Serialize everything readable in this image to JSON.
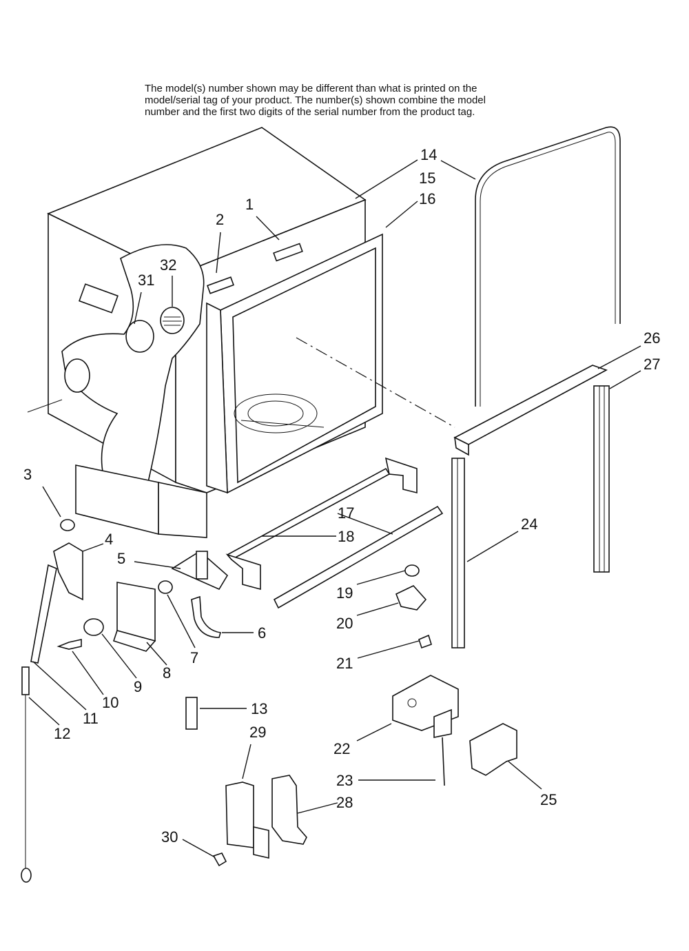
{
  "note": {
    "lines": [
      "The model(s) number shown may be different than what is printed on the",
      "model/serial tag of your product. The number(s) shown combine the model",
      "number and the first two digits of the serial number from the product tag."
    ]
  },
  "callouts": {
    "c1": "1",
    "c2": "2",
    "c3": "3",
    "c4": "4",
    "c5": "5",
    "c6": "6",
    "c7": "7",
    "c8": "8",
    "c9": "9",
    "c10": "10",
    "c11": "11",
    "c12": "12",
    "c13": "13",
    "c14": "14",
    "c15": "15",
    "c16": "16",
    "c17": "17",
    "c18": "18",
    "c19": "19",
    "c20": "20",
    "c21": "21",
    "c22": "22",
    "c23": "23",
    "c24": "24",
    "c25": "25",
    "c26": "26",
    "c27": "27",
    "c28": "28",
    "c29": "29",
    "c30": "30",
    "c31": "31",
    "c32": "32"
  }
}
